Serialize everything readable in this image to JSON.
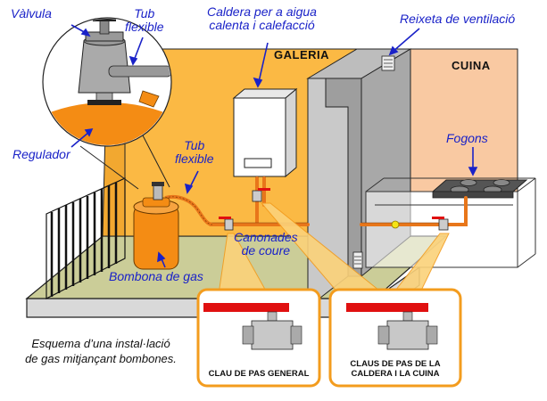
{
  "labels": {
    "valvula": "Vàlvula",
    "tub_flexible_top": [
      "Tub",
      "flexible"
    ],
    "regulador": "Regulador",
    "caldera": [
      "Caldera per a aigua",
      "calenta i calefacció"
    ],
    "reixeta": "Reixeta de ventilació",
    "tub_flexible_mid": [
      "Tub",
      "flexible"
    ],
    "fogons": "Fogons",
    "canonades": [
      "Canonades",
      "de coure"
    ],
    "bombona": "Bombona de gas"
  },
  "rooms": {
    "galeria": "GALERIA",
    "cuina": "CUINA"
  },
  "caption": [
    "Esquema d’una instal·lació",
    "de gas mitjançant bombones."
  ],
  "callouts": {
    "general": "CLAU DE PAS GENERAL",
    "caldera_cuina": [
      "CLAUS DE PAS DE LA",
      "CALDERA I LA CUINA"
    ]
  },
  "colors": {
    "galeria_wall": "#fbb944",
    "cuina_wall": "#f9c9a2",
    "floor": "#cbcd98",
    "pipe": "#e8761a",
    "label_blue": "#1a22c8",
    "valve_red": "#e01010",
    "callout_border": "#f39c1e",
    "cylinder": "#f48c14"
  }
}
